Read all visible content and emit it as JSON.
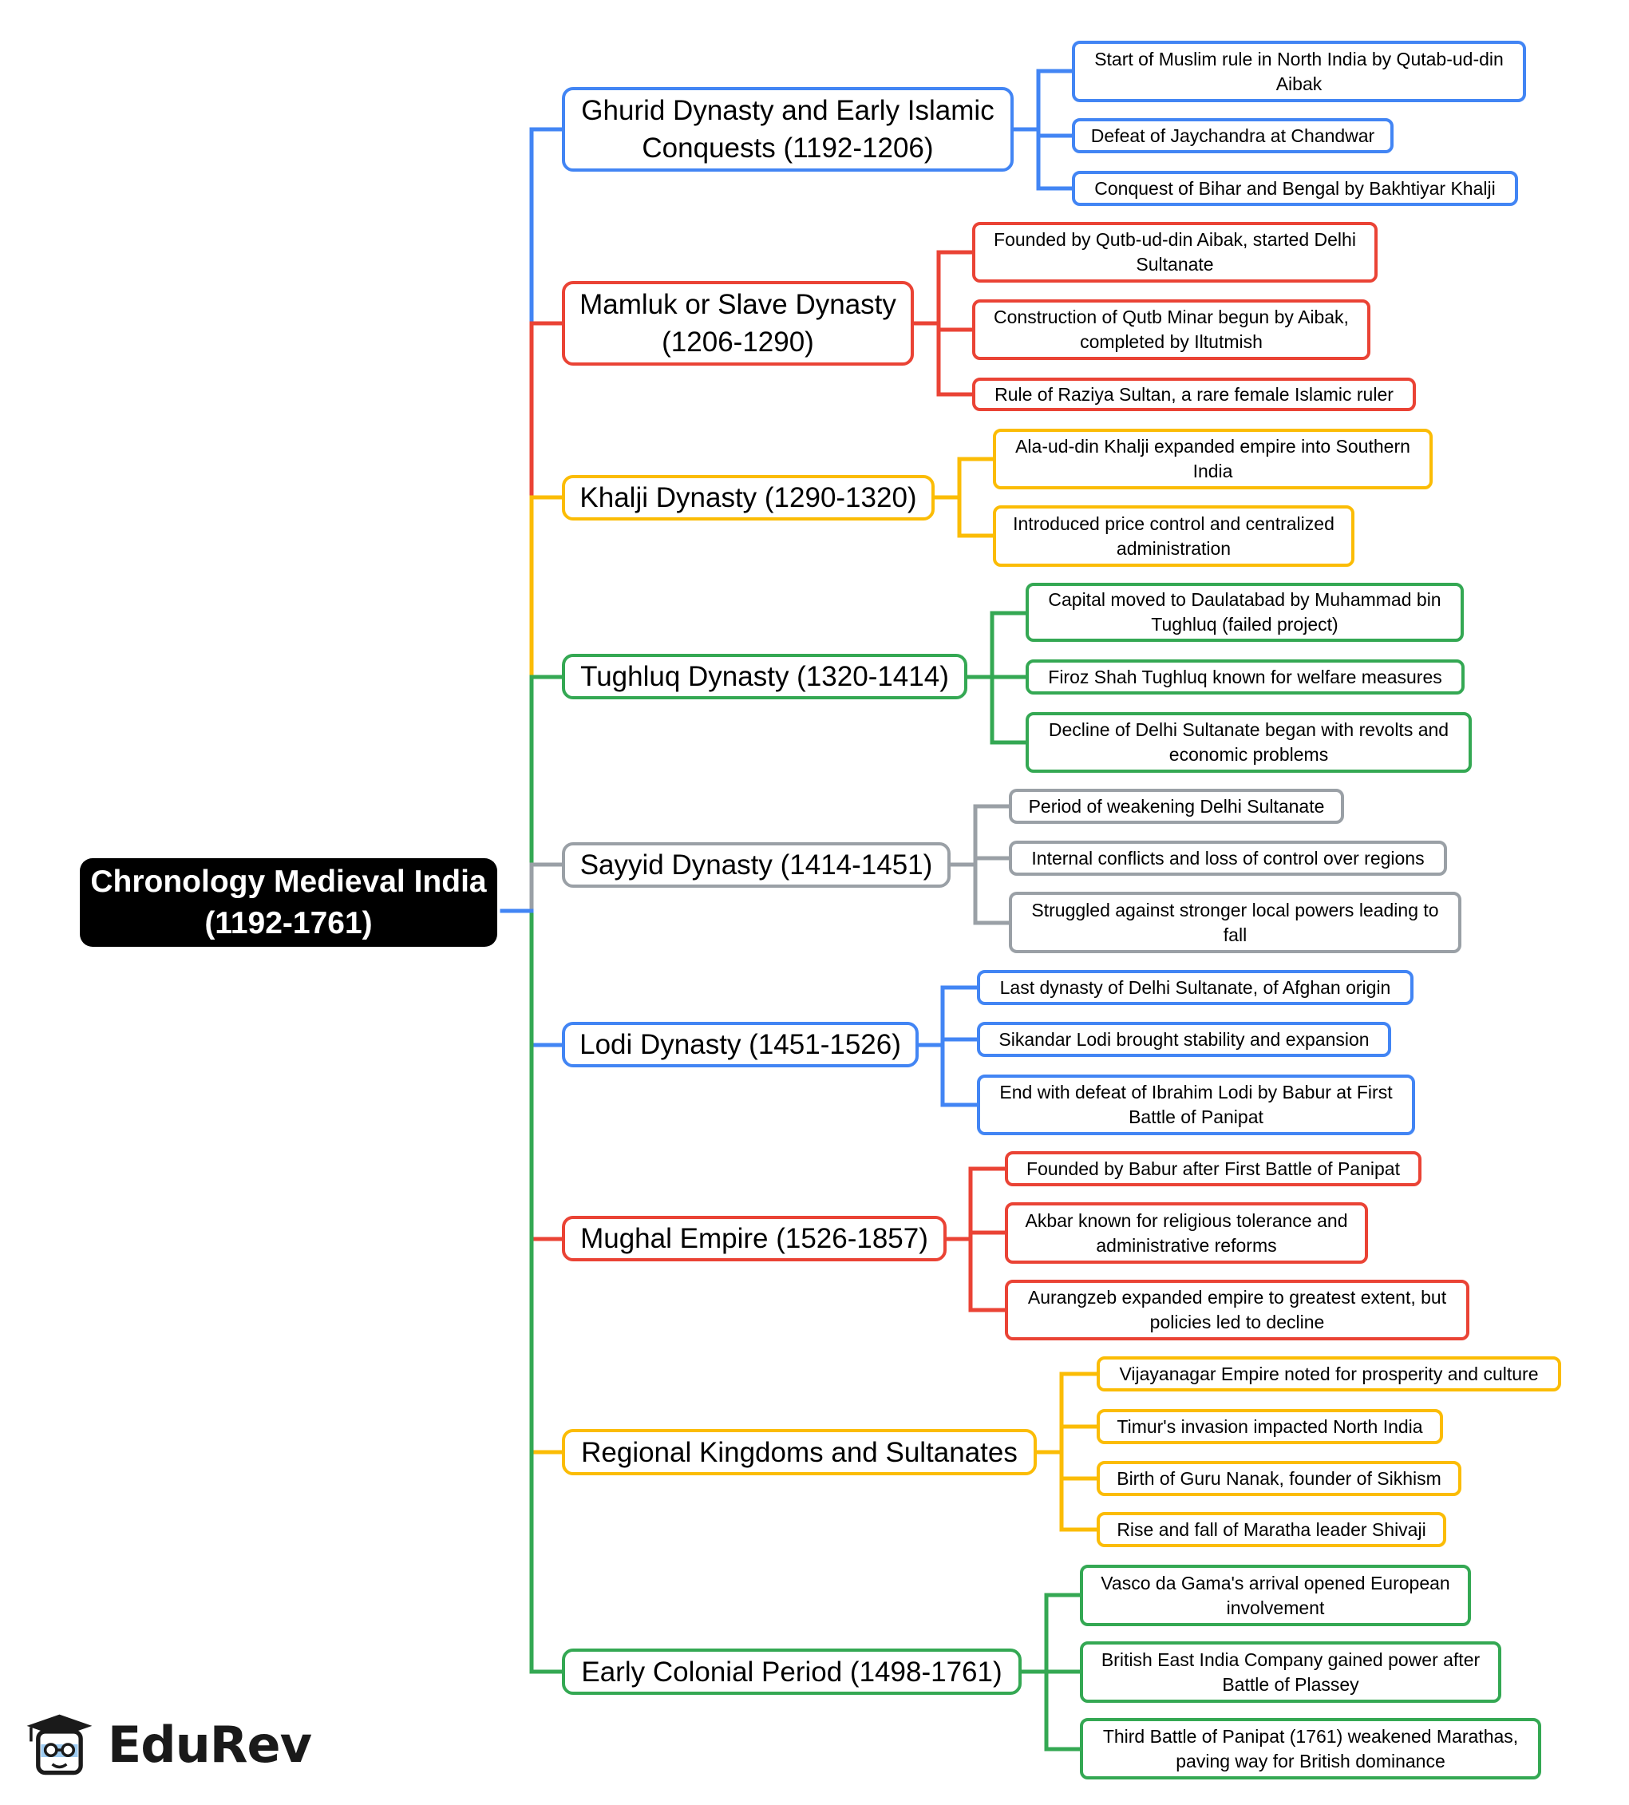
{
  "root": {
    "line1": "Chronology Medieval India",
    "line2": "(1192-1761)"
  },
  "colors": {
    "blue": "#4285F4",
    "red": "#EA4335",
    "yellow": "#FBBC05",
    "green": "#34A853",
    "gray": "#9AA0A6"
  },
  "branches": [
    {
      "label_l1": "Ghurid Dynasty and Early Islamic",
      "label_l2": "Conquests (1192-1206)",
      "color": "blue",
      "items": [
        "Start of Muslim rule in North India by Qutab-ud-din Aibak",
        "Defeat of Jaychandra at Chandwar",
        "Conquest of Bihar and Bengal by Bakhtiyar Khalji"
      ]
    },
    {
      "label_l1": "Mamluk or Slave Dynasty",
      "label_l2": "(1206-1290)",
      "color": "red",
      "items": [
        "Founded by Qutb-ud-din Aibak, started Delhi Sultanate",
        "Construction of Qutb Minar begun by Aibak, completed by Iltutmish",
        "Rule of Raziya Sultan, a rare female Islamic ruler"
      ]
    },
    {
      "label_l1": "Khalji Dynasty (1290-1320)",
      "label_l2": "",
      "color": "yellow",
      "items": [
        "Ala-ud-din Khalji expanded empire into Southern India",
        "Introduced price control and centralized administration"
      ]
    },
    {
      "label_l1": "Tughluq Dynasty (1320-1414)",
      "label_l2": "",
      "color": "green",
      "items": [
        "Capital moved to Daulatabad by Muhammad bin Tughluq (failed project)",
        "Firoz Shah Tughluq known for welfare measures",
        "Decline of Delhi Sultanate began with revolts and economic problems"
      ]
    },
    {
      "label_l1": "Sayyid Dynasty (1414-1451)",
      "label_l2": "",
      "color": "gray",
      "items": [
        "Period of weakening Delhi Sultanate",
        "Internal conflicts and loss of control over regions",
        "Struggled against stronger local powers leading to fall"
      ]
    },
    {
      "label_l1": "Lodi Dynasty (1451-1526)",
      "label_l2": "",
      "color": "blue",
      "items": [
        "Last dynasty of Delhi Sultanate, of Afghan origin",
        "Sikandar Lodi brought stability and expansion",
        "End with defeat of Ibrahim Lodi by Babur at First Battle of Panipat"
      ]
    },
    {
      "label_l1": "Mughal Empire (1526-1857)",
      "label_l2": "",
      "color": "red",
      "items": [
        "Founded by Babur after First Battle of Panipat",
        "Akbar known for religious tolerance and administrative reforms",
        "Aurangzeb expanded empire to greatest extent, but policies led to decline"
      ]
    },
    {
      "label_l1": "Regional Kingdoms and Sultanates",
      "label_l2": "",
      "color": "yellow",
      "items": [
        "Vijayanagar Empire noted for prosperity and culture",
        "Timur's invasion impacted North India",
        "Birth of Guru Nanak, founder of Sikhism",
        "Rise and fall of Maratha leader Shivaji"
      ]
    },
    {
      "label_l1": "Early Colonial Period (1498-1761)",
      "label_l2": "",
      "color": "green",
      "items": [
        "Vasco da Gama's arrival opened European involvement",
        "British East India Company gained power after Battle of Plassey",
        "Third Battle of Panipat (1761) weakened Marathas, paving way for British dominance"
      ]
    }
  ],
  "logo": {
    "text": "EduRev",
    "icon": "graduate-mascot-icon"
  }
}
